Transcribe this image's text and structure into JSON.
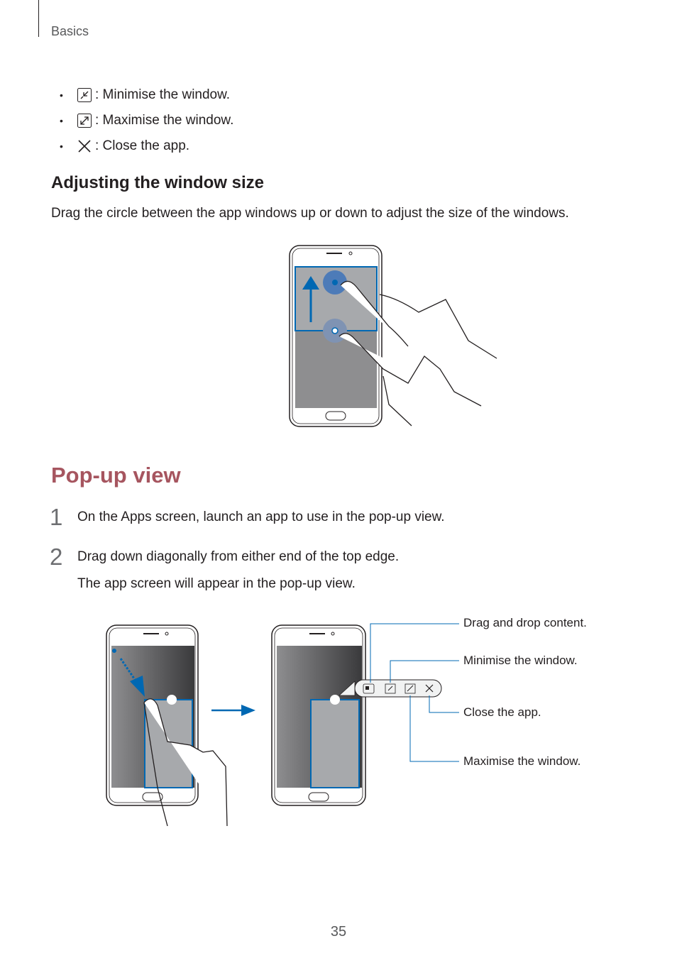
{
  "header": {
    "section": "Basics"
  },
  "bullets": [
    {
      "icon": "minimise-icon",
      "text": ": Minimise the window."
    },
    {
      "icon": "maximise-icon",
      "text": ": Maximise the window."
    },
    {
      "icon": "close-icon",
      "text": ": Close the app."
    }
  ],
  "adjust": {
    "heading": "Adjusting the window size",
    "body": "Drag the circle between the app windows up or down to adjust the size of the windows."
  },
  "popup": {
    "heading": "Pop-up view",
    "steps": [
      {
        "num": "1",
        "text": "On the Apps screen, launch an app to use in the pop-up view."
      },
      {
        "num": "2",
        "text": "Drag down diagonally from either end of the top edge."
      }
    ],
    "step2_note": "The app screen will appear in the pop-up view.",
    "callouts": {
      "drag": "Drag and drop content.",
      "minimise": "Minimise the window.",
      "close": "Close the app.",
      "maximise": "Maximise the window."
    }
  },
  "colors": {
    "accent_heading": "#a6555f",
    "highlight_blue": "#0068b3"
  },
  "page_number": "35"
}
